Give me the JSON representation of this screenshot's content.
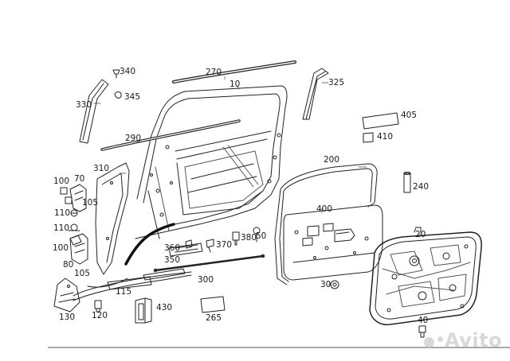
{
  "callouts": {
    "c340": "340",
    "c345": "345",
    "c270": "270",
    "c10": "10",
    "c325": "325",
    "c330": "330",
    "c290": "290",
    "c405": "405",
    "c410": "410",
    "c310": "310",
    "c200": "200",
    "c100a": "100",
    "c70": "70",
    "c240": "240",
    "c105a": "105",
    "c110a": "110",
    "c400": "400",
    "c110b": "110",
    "c20": "20",
    "c360": "360",
    "c370": "370",
    "c380": "380",
    "c50": "50",
    "c100b": "100",
    "c350": "350",
    "c80": "80",
    "c105b": "105",
    "c300": "300",
    "c30": "30",
    "c115": "115",
    "c430": "430",
    "c130": "130",
    "c120": "120",
    "c265": "265",
    "c40": "40"
  },
  "watermark": {
    "text": "Avito"
  }
}
